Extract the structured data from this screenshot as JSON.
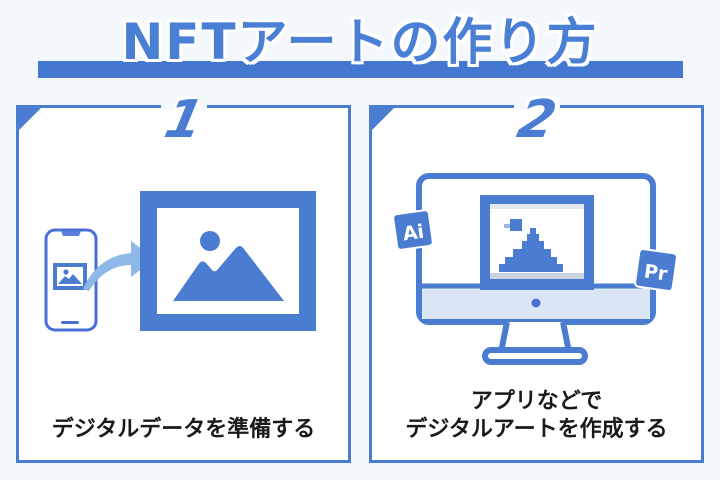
{
  "title": "NFTアートの作り方",
  "colors": {
    "accent": "#4a7cd2",
    "arrow": "#8db8e8",
    "background": "#f3f8fd",
    "panel": "#ffffff",
    "monitor_chin": "#dbe6f5",
    "caption_text": "#1a1a1a"
  },
  "steps": [
    {
      "number": "1",
      "caption": "デジタルデータを準備する",
      "icons": [
        "smartphone-icon",
        "image-icon",
        "arrow-icon",
        "large-image-frame-icon"
      ]
    },
    {
      "number": "2",
      "caption_line1": "アプリなどで",
      "caption_line2": "デジタルアートを作成する",
      "icons": [
        "monitor-icon",
        "pixel-art-image-icon"
      ],
      "badges": [
        "Ai",
        "Pr"
      ]
    }
  ]
}
